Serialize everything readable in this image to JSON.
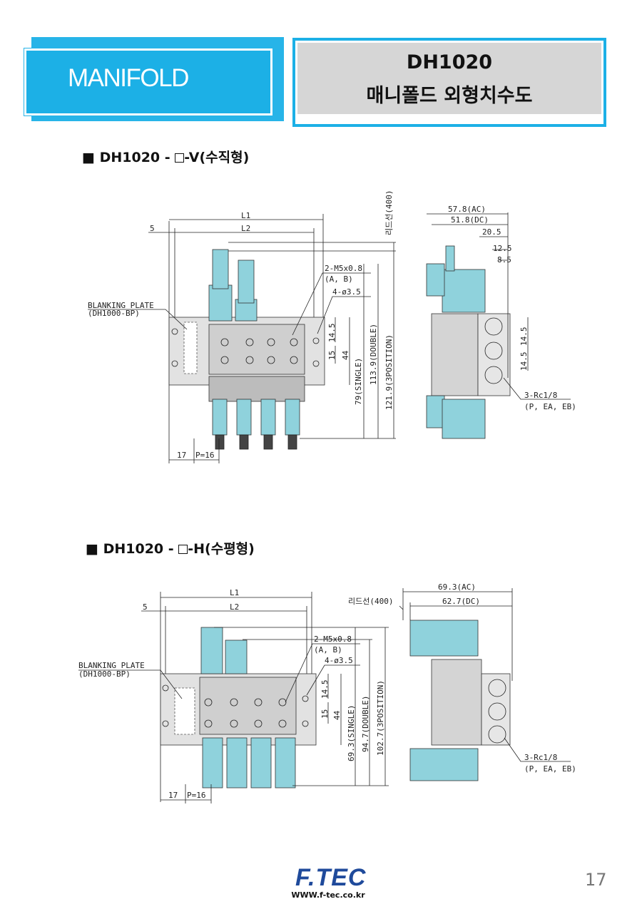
{
  "header": {
    "left_title": "MANIFOLD",
    "model": "DH1020",
    "subtitle": "매니폴드 외형치수도"
  },
  "colors": {
    "accent": "#1cb0e6",
    "valve": "#8fd2dc",
    "gray": "#d6d6d6",
    "logo": "#1f4a9b"
  },
  "section1": {
    "title": "DH1020 - ",
    "suffix": "-V(수직형)",
    "labels": {
      "l1": "L1",
      "l2": "L2",
      "five": "5",
      "blank1": "BLANKING PLATE",
      "blank2": "(DH1000-BP)",
      "m5": "2-M5x0.8",
      "ab": "(A, B)",
      "hole": "4-ø3.5",
      "d145": "14.5",
      "d15": "15",
      "d44": "44",
      "single": "79(SINGLE)",
      "double": "113.9(DOUBLE)",
      "pos3": "121.9(3POSITION)",
      "lead": "리드선(400)",
      "d17": "17",
      "pitch": "P=16",
      "ac": "57.8(AC)",
      "dc": "51.8(DC)",
      "d205": "20.5",
      "d125": "12.5",
      "d85": "8.5",
      "s145a": "14.5",
      "s145b": "14.5",
      "rc": "3-Rc1/8",
      "peaeb": "(P, EA, EB)"
    }
  },
  "section2": {
    "title": "DH1020 - ",
    "suffix": "-H(수평형)",
    "labels": {
      "l1": "L1",
      "l2": "L2",
      "five": "5",
      "blank1": "BLANKING PLATE",
      "blank2": "(DH1000-BP)",
      "m5": "2-M5x0.8",
      "ab": "(A, B)",
      "hole": "4-ø3.5",
      "d145": "14.5",
      "d15": "15",
      "d44": "44",
      "single": "69.3(SINGLE)",
      "double": "94.7(DOUBLE)",
      "pos3": "102.7(3POSITION)",
      "lead": "리드선(400)",
      "d17": "17",
      "pitch": "P=16",
      "ac": "69.3(AC)",
      "dc": "62.7(DC)",
      "rc": "3-Rc1/8",
      "peaeb": "(P, EA, EB)"
    }
  },
  "footer": {
    "logo": "F.TEC",
    "url": "WWW.f-tec.co.kr",
    "page": "17"
  }
}
